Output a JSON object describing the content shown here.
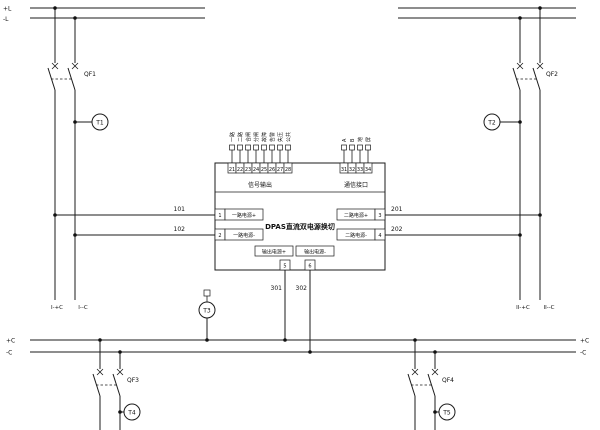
{
  "diagram": {
    "top_bus": {
      "pos_label": "+L",
      "neg_label": "-L"
    },
    "bottom_bus": {
      "pos_label_left": "+C",
      "neg_label_left": "-C",
      "pos_label_right": "+C",
      "neg_label_right": "-C"
    },
    "breakers": {
      "qf1": "QF1",
      "qf2": "QF2",
      "qf3": "QF3",
      "qf4": "QF4"
    },
    "meters": {
      "t1": "T1",
      "t2": "T2",
      "t3": "T3",
      "t4": "T4",
      "t5": "T5"
    },
    "wires": {
      "w101": "101",
      "w102": "102",
      "w201": "201",
      "w202": "202",
      "w301": "301",
      "w302": "302"
    },
    "feeder_labels": {
      "i_pos": "I-+C",
      "i_neg": "I--C",
      "ii_pos": "II-+C",
      "ii_neg": "II--C"
    },
    "block": {
      "title": "DPAS直流双电源换切",
      "signal_section_label": "信号输出",
      "comm_section_label": "通信接口",
      "signal_terminals": [
        "21",
        "22",
        "23",
        "24",
        "25",
        "26",
        "27",
        "28"
      ],
      "comm_terminals": [
        "31",
        "32",
        "33",
        "34"
      ],
      "signal_stub_labels": [
        "一路",
        "二路",
        "合闸",
        "分闸",
        "故障",
        "告警",
        "失压",
        "公共"
      ],
      "comm_stub_labels": [
        "A",
        "B",
        "地",
        "屏"
      ],
      "inputs": [
        {
          "num": "1",
          "label": "一路电源+"
        },
        {
          "num": "2",
          "label": "一路电源-"
        },
        {
          "num": "3",
          "label": "二路电源+"
        },
        {
          "num": "4",
          "label": "二路电源-"
        }
      ],
      "outputs": [
        {
          "num": "5",
          "label": "输出电源+"
        },
        {
          "num": "6",
          "label": "输出电源-"
        }
      ]
    }
  }
}
